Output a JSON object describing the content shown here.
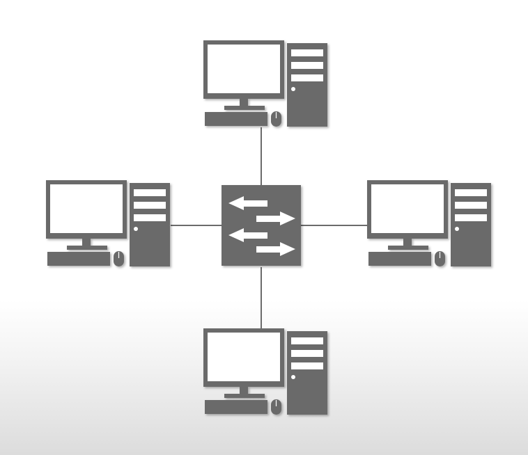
{
  "diagram": {
    "topology": "star",
    "center": {
      "type": "network-switch",
      "icon": "switch-arrows-icon"
    },
    "nodes": [
      {
        "id": "computer-top",
        "type": "desktop-computer",
        "icon": "desktop-computer-icon",
        "position": "top"
      },
      {
        "id": "computer-left",
        "type": "desktop-computer",
        "icon": "desktop-computer-icon",
        "position": "left"
      },
      {
        "id": "computer-right",
        "type": "desktop-computer",
        "icon": "desktop-computer-icon",
        "position": "right"
      },
      {
        "id": "computer-bottom",
        "type": "desktop-computer",
        "icon": "desktop-computer-icon",
        "position": "bottom"
      }
    ],
    "links": [
      {
        "from": "network-switch",
        "to": "computer-top"
      },
      {
        "from": "network-switch",
        "to": "computer-left"
      },
      {
        "from": "network-switch",
        "to": "computer-right"
      },
      {
        "from": "network-switch",
        "to": "computer-bottom"
      }
    ],
    "colors": {
      "device": "#6b6b6b",
      "screen": "#ffffff",
      "link": "#6b6b6b",
      "arrow": "#ffffff"
    }
  }
}
